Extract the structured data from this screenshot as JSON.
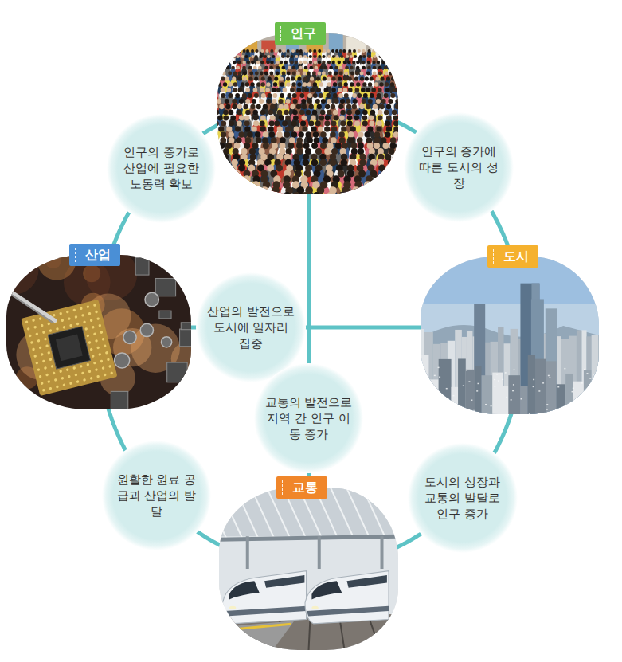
{
  "diagram": {
    "nodes": [
      {
        "text": [
          "인구"
        ]
      },
      {
        "text": [
          "산업"
        ]
      },
      {
        "text": [
          "도시"
        ]
      },
      {
        "text": [
          "교통"
        ]
      }
    ],
    "edges": [
      {
        "from": 0,
        "to": 1,
        "arrow": "none",
        "label": "인구의 증가로 산업에 필요한 노동력 확보"
      },
      {
        "from": 0,
        "to": 2,
        "arrow": "none",
        "label": "인구의 증가에 따른 도시의 성장"
      },
      {
        "from": 1,
        "to": 2,
        "arrow": "none",
        "label": "산업의 발전으로 도시에 일자리 집중"
      },
      {
        "from": 0,
        "to": 3,
        "arrow": "none",
        "label": "교통의 발전으로 지역 간 인구 이동 증가"
      },
      {
        "from": 1,
        "to": 3,
        "arrow": "none",
        "label": "원활한 원료 공급과 산업의 발달"
      },
      {
        "from": 2,
        "to": 3,
        "arrow": "none",
        "label": "도시의 성장과 교통의 발달로 인구 증가"
      }
    ]
  }
}
